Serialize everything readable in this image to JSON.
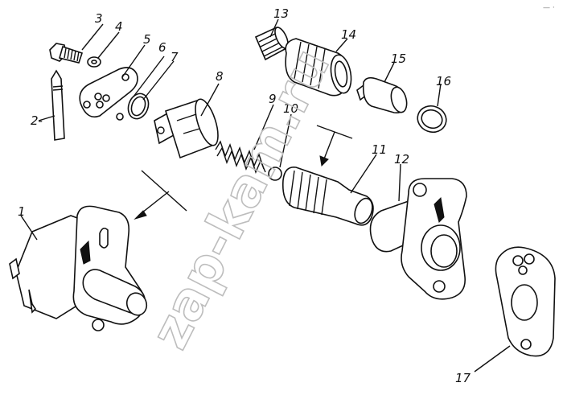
{
  "watermark": "zap-kam.ru",
  "corner_mark": "— ·",
  "callouts": [
    {
      "id": "c1",
      "text": "1"
    },
    {
      "id": "c2",
      "text": "2-"
    },
    {
      "id": "c3",
      "text": "3"
    },
    {
      "id": "c4",
      "text": "4"
    },
    {
      "id": "c5",
      "text": "5"
    },
    {
      "id": "c6",
      "text": "6"
    },
    {
      "id": "c7",
      "text": "7"
    },
    {
      "id": "c8",
      "text": "8"
    },
    {
      "id": "c9",
      "text": "9"
    },
    {
      "id": "c10",
      "text": "10"
    },
    {
      "id": "c11",
      "text": "11"
    },
    {
      "id": "c12",
      "text": "12"
    },
    {
      "id": "c13",
      "text": "13"
    },
    {
      "id": "c14",
      "text": "14"
    },
    {
      "id": "c15",
      "text": "15"
    },
    {
      "id": "c16",
      "text": "16"
    },
    {
      "id": "c17",
      "text": "17"
    }
  ]
}
